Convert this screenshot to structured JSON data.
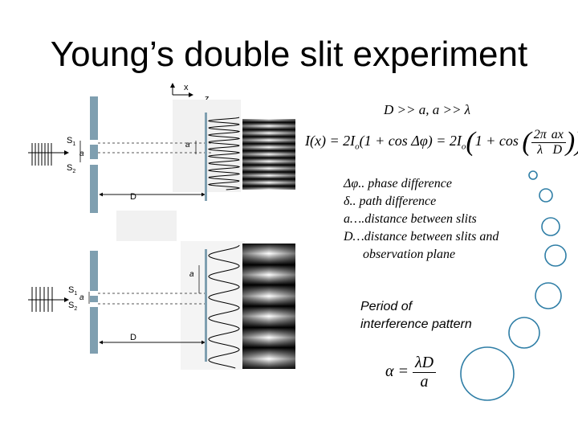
{
  "title": "Young’s double slit experiment",
  "axes": {
    "x": "x",
    "z": "z"
  },
  "labels": {
    "s1": "S",
    "s1_sub": "1",
    "s2": "S",
    "s2_sub": "2",
    "a": "a",
    "D": "D"
  },
  "condition": "D >> a, a >> λ",
  "equation1": {
    "lhs": "I(x) = 2I",
    "mid": "(1 + cos Δφ) = 2I",
    "sub": "o",
    "one_plus_cos": "1 + cos",
    "frac1_num": "2π",
    "frac1_den": "λ",
    "frac2_num": "ax",
    "frac2_den": "D"
  },
  "legend": [
    "Δφ.. phase difference",
    "δ.. path difference",
    "a….distance between slits",
    "D…distance between slits and",
    "observation plane"
  ],
  "period_label": [
    "Period of",
    "interference pattern"
  ],
  "equation2": {
    "lhs": "α =",
    "num": "λD",
    "den": "a"
  },
  "colors": {
    "slit": "#7f9fb0",
    "bubble": "#2f7ea6",
    "dashed": "#555555"
  },
  "icons": [
    "bubble-icon"
  ]
}
